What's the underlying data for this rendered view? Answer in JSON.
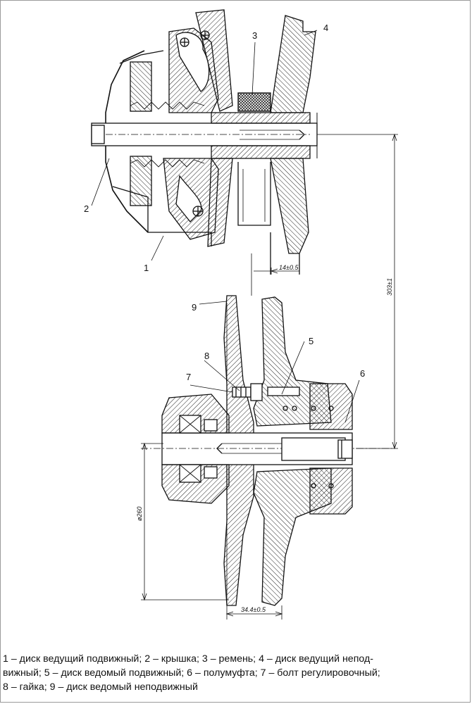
{
  "labels": {
    "l1": "1",
    "l2": "2",
    "l3": "3",
    "l4": "4",
    "l5": "5",
    "l6": "6",
    "l7": "7",
    "l8": "8",
    "l9": "9"
  },
  "dimensions": {
    "offset_top": "14±0.5",
    "center_distance": "303±1",
    "diameter": "ø260",
    "width_bottom": "34.4±0.5"
  },
  "caption": {
    "line1": "1 – диск ведущий подвижный; 2 – крышка; 3 – ремень; 4 – диск ведущий непод-",
    "line2": "вижный; 5 – диск ведомый подвижный; 6 – полумуфта; 7 – болт регулировочный;",
    "line3": "8 – гайка; 9 – диск ведомый неподвижный"
  }
}
